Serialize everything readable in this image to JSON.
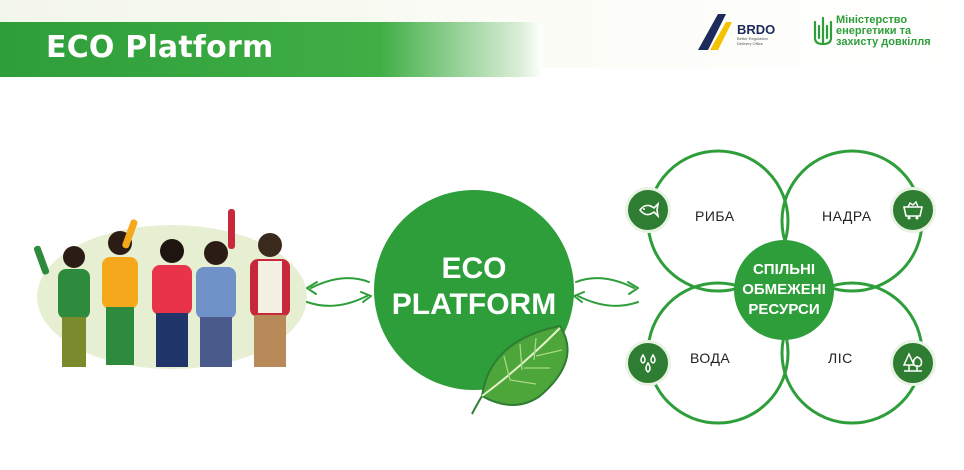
{
  "header": {
    "title": "ECO Platform",
    "brdo_logo": "BRDO",
    "brdo_sub": "Better Regulation Delivery Office",
    "ministry_lines": [
      "Міністерство",
      "енергетики та",
      "захисту довкілля"
    ]
  },
  "diagram": {
    "center_lines": [
      "ECO",
      "PLATFORM"
    ],
    "resources_center_lines": [
      "СПІЛЬНІ",
      "ОБМЕЖЕНІ",
      "РЕСУРСИ"
    ],
    "resources": [
      {
        "label": "РИБА",
        "icon": "fish-icon"
      },
      {
        "label": "НАДРА",
        "icon": "mine-cart-icon"
      },
      {
        "label": "ВОДА",
        "icon": "water-drops-icon"
      },
      {
        "label": "ЛІС",
        "icon": "trees-icon"
      }
    ]
  },
  "colors": {
    "primary_green": "#2e9e3a",
    "dark_green": "#2e7d32"
  }
}
